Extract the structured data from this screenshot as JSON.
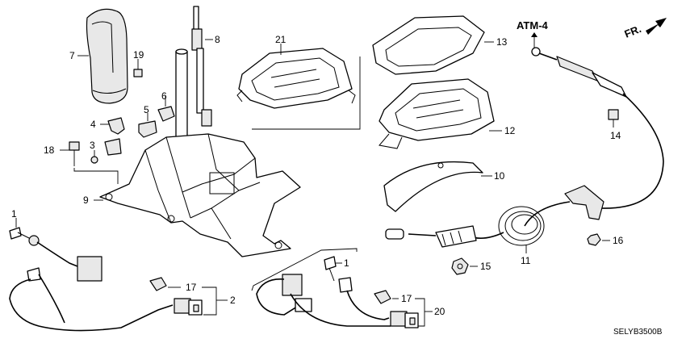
{
  "diagram": {
    "header": "ATM-4",
    "direction": "FR.",
    "code": "SELYB3500B",
    "callouts": {
      "c1a": "1",
      "c1b": "1",
      "c2": "2",
      "c3": "3",
      "c4": "4",
      "c5": "5",
      "c6": "6",
      "c7": "7",
      "c8": "8",
      "c9": "9",
      "c10": "10",
      "c11": "11",
      "c12": "12",
      "c13": "13",
      "c14": "14",
      "c15": "15",
      "c16": "16",
      "c17a": "17",
      "c17b": "17",
      "c18": "18",
      "c19": "19",
      "c20": "20",
      "c21": "21"
    }
  }
}
